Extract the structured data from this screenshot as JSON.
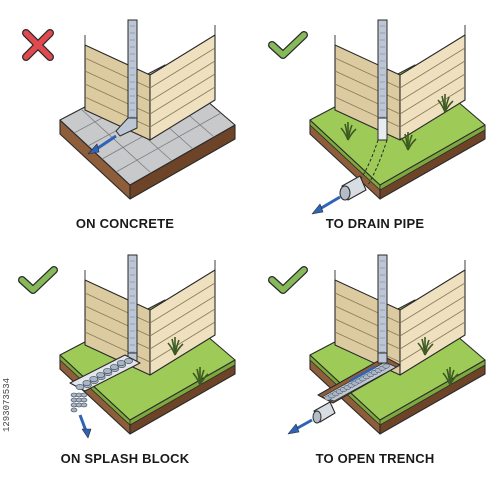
{
  "colors": {
    "grass_top": "#9ecb58",
    "grass_side": "#7da83e",
    "soil": "#8e5e3a",
    "soil_dark": "#6d4427",
    "concrete": "#c8c9cb",
    "concrete_side": "#a7a8ab",
    "siding": "#efe1c0",
    "siding_shade": "#dccaa1",
    "downspout": "#bcc6d4",
    "water": "#2e63b8",
    "check": "#86b95a",
    "cross": "#e04a4f",
    "pipe": "#d8dde3",
    "stone": "#a9b6c6"
  },
  "icons": {
    "wrong": "cross-mark-icon",
    "correct": "check-mark-icon"
  },
  "panels": [
    {
      "id": "concrete",
      "label": "ON CONCRETE",
      "status": "wrong"
    },
    {
      "id": "drain-pipe",
      "label": "TO DRAIN PIPE",
      "status": "correct"
    },
    {
      "id": "splash-block",
      "label": "ON SPLASH BLOCK",
      "status": "correct"
    },
    {
      "id": "open-trench",
      "label": "TO OPEN TRENCH",
      "status": "correct"
    }
  ],
  "side_id": "1293073534"
}
